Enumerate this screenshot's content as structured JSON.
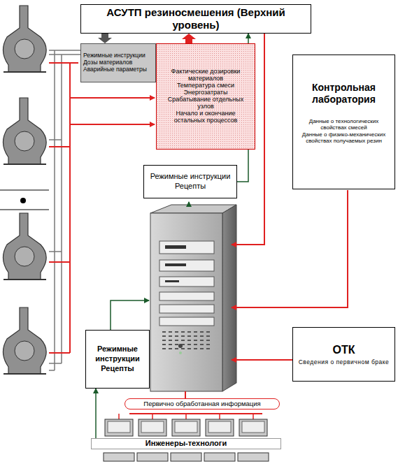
{
  "diagram": {
    "nodes": [
      {
        "text": [
          "АСУТП резиносмешения (Верхний уровень)"
        ]
      },
      {
        "text": [
          "Режимные инструкции",
          "Дозы материалов",
          "Аварийные параметры"
        ]
      },
      {
        "text": [
          "Фактические дозировки материалов",
          "Температура смеси",
          "Энергозатраты",
          "Срабатывание отдельных узлов",
          "Начало и окончание остальных процессов"
        ]
      },
      {
        "text": [
          "Режимные инструкции Рецепты"
        ]
      },
      {
        "text": [
          "Контрольная лаборатория",
          "Данные о технологических свойствах смесей",
          "Данные о физико-механических свойствах получаемых резин"
        ]
      },
      {
        "text": [
          "ОТК",
          "Сведения о первичном браке"
        ]
      },
      {
        "text": [
          "Режимные инструкции Рецепты"
        ]
      },
      {
        "text": [
          "Первично обработанная информация"
        ]
      },
      {
        "text": [
          "Инженеры-технологи"
        ]
      }
    ],
    "edges": [
      {
        "from": 0,
        "to": 1,
        "arrow": "to"
      },
      {
        "from": 2,
        "to": 0,
        "arrow": "to"
      },
      {
        "from": 3,
        "to": 0,
        "arrow": "to"
      },
      {
        "from": 8,
        "to": 6,
        "arrow": "to"
      }
    ]
  }
}
